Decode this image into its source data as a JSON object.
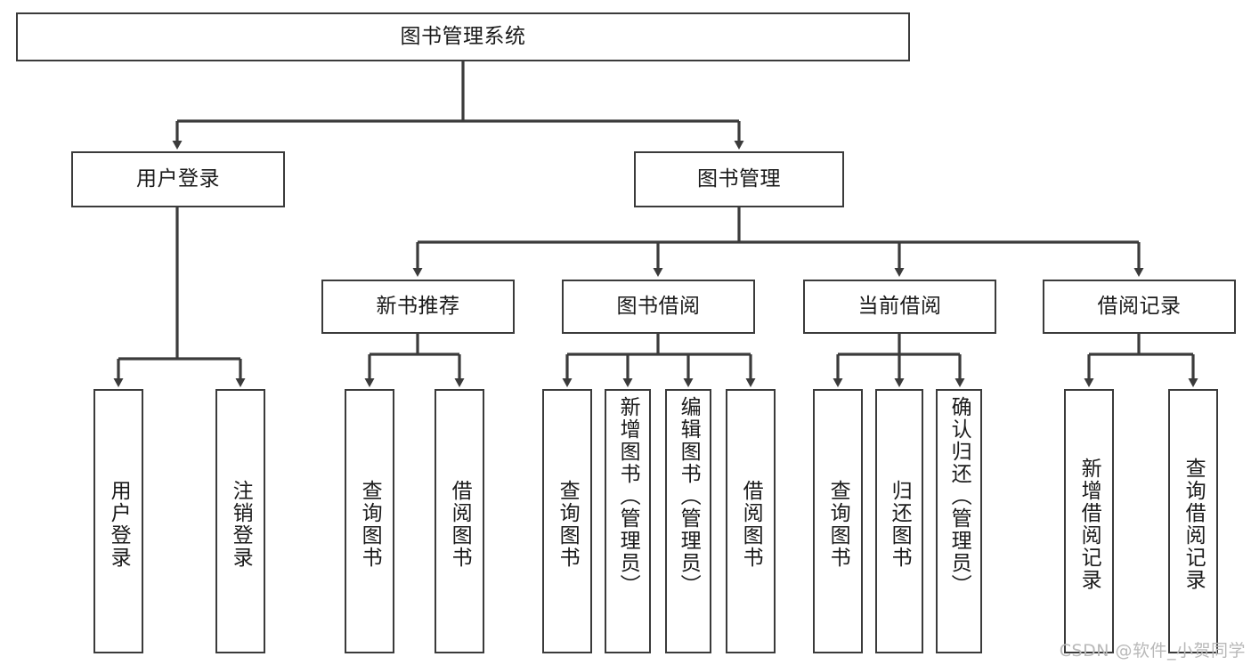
{
  "diagram": {
    "type": "tree",
    "title": "图书管理系统",
    "stroke_color": "#3b3b3b",
    "background_color": "#ffffff",
    "text_color": "#1a1a1a",
    "watermark": "CSDN @软件_小贺同学",
    "root": {
      "label": "图书管理系统"
    },
    "level2": [
      {
        "label": "用户登录"
      },
      {
        "label": "图书管理"
      }
    ],
    "level3": [
      {
        "label": "新书推荐"
      },
      {
        "label": "图书借阅"
      },
      {
        "label": "当前借阅"
      },
      {
        "label": "借阅记录"
      }
    ],
    "leaves": {
      "user_login": [
        {
          "label": "用户登录"
        },
        {
          "label": "注销登录"
        }
      ],
      "new_book_recommend": [
        {
          "label": "查询图书"
        },
        {
          "label": "借阅图书"
        }
      ],
      "book_borrow": [
        {
          "label": "查询图书"
        },
        {
          "label": "新增图书（管理员）"
        },
        {
          "label": "编辑图书（管理员）"
        },
        {
          "label": "借阅图书"
        }
      ],
      "current_borrow": [
        {
          "label": "查询图书"
        },
        {
          "label": "归还图书"
        },
        {
          "label": "确认归还（管理员）"
        }
      ],
      "borrow_record": [
        {
          "label": "新增借阅记录"
        },
        {
          "label": "查询借阅记录"
        }
      ]
    }
  }
}
